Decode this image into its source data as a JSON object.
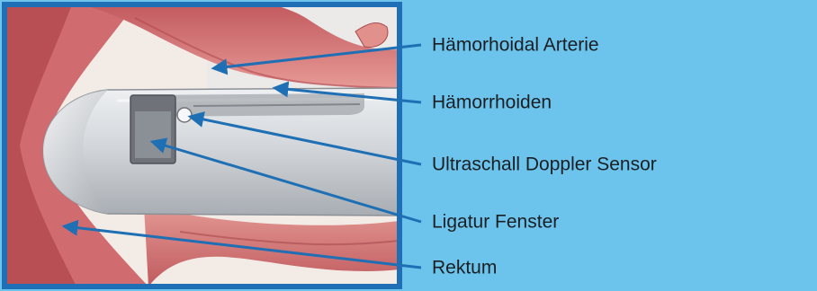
{
  "labels": [
    {
      "id": "arterie",
      "text": "Hämorhoidal Arterie"
    },
    {
      "id": "hamorrhoiden",
      "text": "Hämorrhoiden"
    },
    {
      "id": "sensor",
      "text": "Ultraschall Doppler Sensor"
    },
    {
      "id": "fenster",
      "text": "Ligatur Fenster"
    },
    {
      "id": "rektum",
      "text": "Rektum"
    }
  ],
  "colors": {
    "background": "#6cc4ec",
    "frame": "#1e6fb5",
    "arrow": "#1f6fb4",
    "tissue": "#d8747a",
    "probe": "#c9cdd2"
  }
}
